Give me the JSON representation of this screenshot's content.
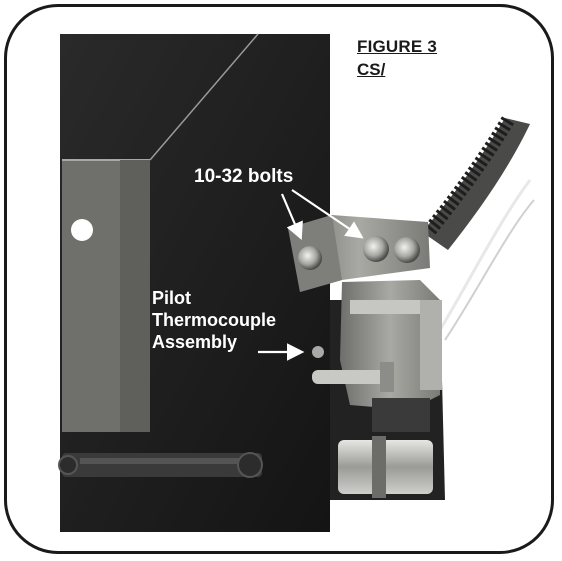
{
  "figure": {
    "title": "FIGURE 3",
    "subtitle": "CS/"
  },
  "callouts": {
    "bolts": "10-32 bolts",
    "pilot_line1": "Pilot",
    "pilot_line2": "Thermocouple",
    "pilot_line3": "Assembly"
  },
  "colors": {
    "frame": "#1a1a1a",
    "panel": "#1c1c1c",
    "bracket": "#8a8a86",
    "label_text": "#ffffff"
  }
}
